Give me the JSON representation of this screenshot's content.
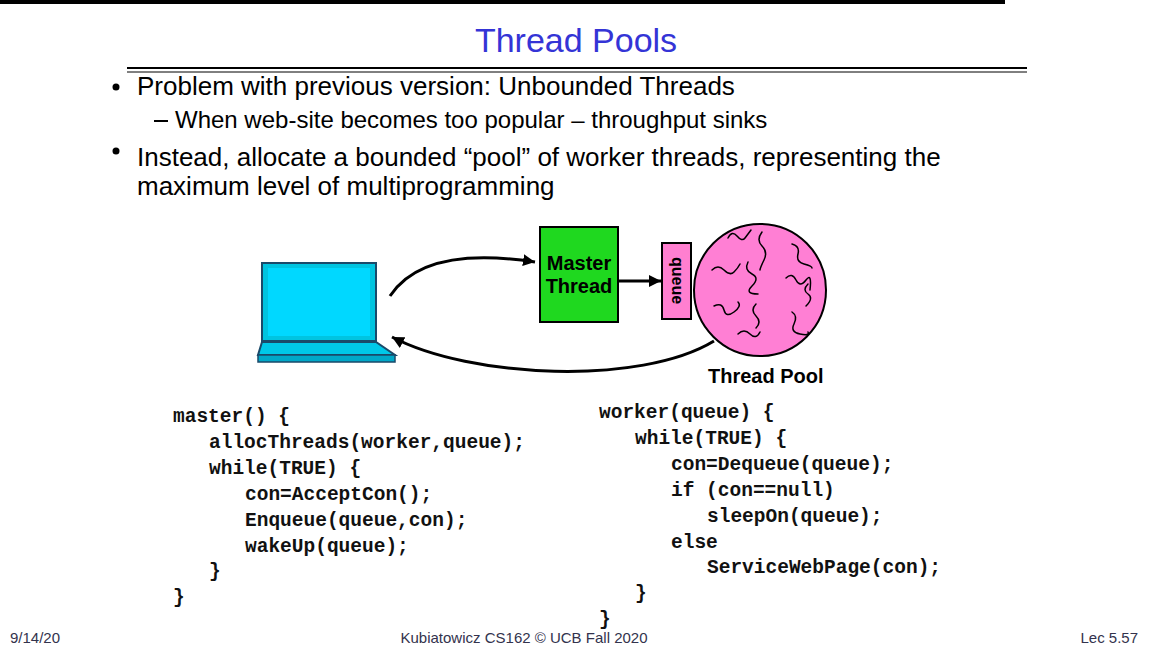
{
  "diagram": {
    "title": "Thread Pools",
    "nodes": [
      {
        "text": [
          "Master Thread"
        ]
      },
      {
        "text": [
          "queue"
        ]
      },
      {
        "text": [
          "Thread Pool"
        ]
      }
    ],
    "edges": [
      {
        "from": 0,
        "to": 1,
        "arrow": "to"
      }
    ],
    "labels": [
      "Problem with previous version: Unbounded Threads",
      "When web-site becomes too popular – throughput sinks",
      "Instead, allocate a bounded “pool” of worker threads, representing the maximum level of multiprogramming",
      "master() {",
      "allocThreads(worker,queue);",
      "while(TRUE) {",
      "con=AcceptCon();",
      "Enqueue(queue,con);",
      "wakeUp(queue);",
      "}",
      "}",
      "worker(queue) {",
      "while(TRUE) {",
      "con=Dequeue(queue);",
      "if (con==null)",
      "sleepOn(queue);",
      "else",
      "ServiceWebPage(con);",
      "}",
      "}",
      "9/14/20",
      "Kubiatowicz CS162 © UCB Fall 2020",
      "Lec 5.57"
    ]
  }
}
